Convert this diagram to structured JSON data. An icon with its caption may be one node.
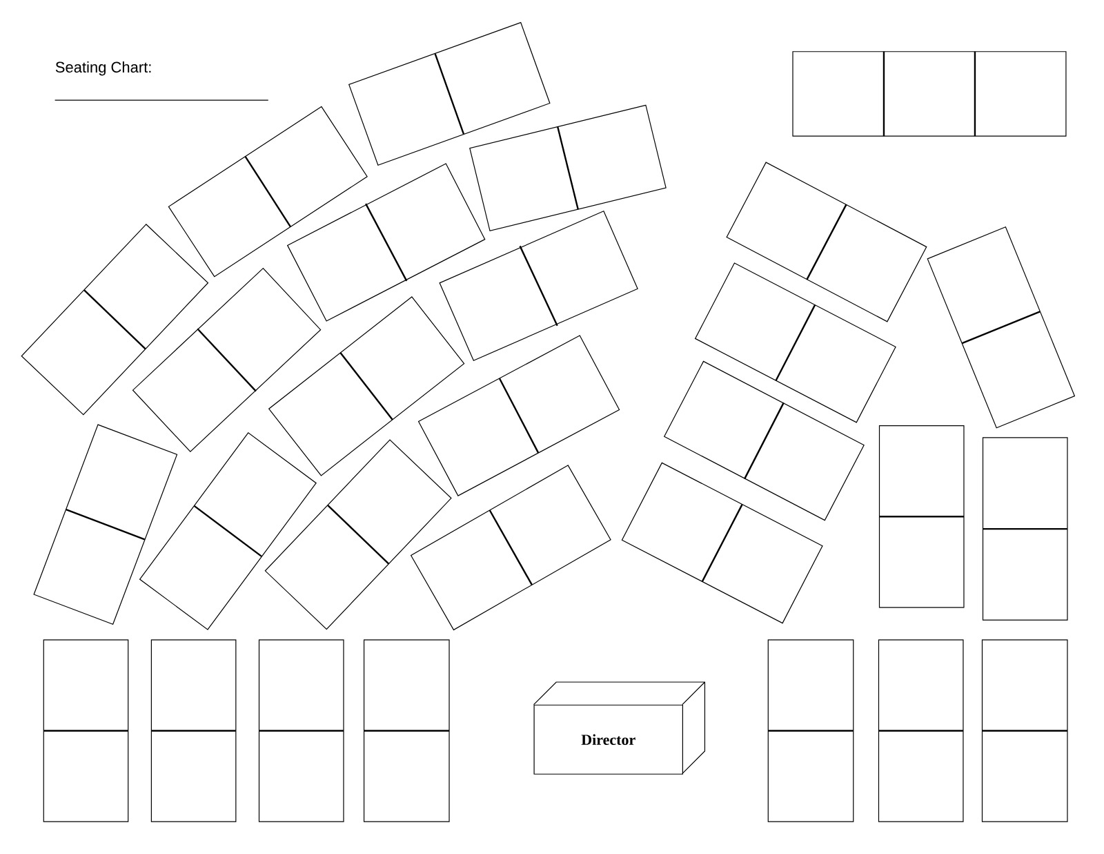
{
  "diagram": {
    "title": "Seating Chart:",
    "nodes": [
      {
        "text": [],
        "shape": "box"
      },
      {
        "text": [],
        "shape": "box"
      },
      {
        "text": [],
        "shape": "box"
      },
      {
        "text": [],
        "shape": "box"
      },
      {
        "text": [],
        "shape": "box"
      },
      {
        "text": [],
        "shape": "box"
      },
      {
        "text": [],
        "shape": "box"
      },
      {
        "text": [],
        "shape": "box"
      },
      {
        "text": [],
        "shape": "box"
      },
      {
        "text": [],
        "shape": "box"
      },
      {
        "text": [],
        "shape": "box"
      },
      {
        "text": [],
        "shape": "box"
      },
      {
        "text": [],
        "shape": "box"
      },
      {
        "text": [],
        "shape": "box"
      },
      {
        "text": [],
        "shape": "box"
      },
      {
        "text": [],
        "shape": "box"
      },
      {
        "text": [],
        "shape": "box"
      },
      {
        "text": [],
        "shape": "box"
      },
      {
        "text": [],
        "shape": "box"
      },
      {
        "text": [],
        "shape": "box"
      },
      {
        "text": [],
        "shape": "box"
      },
      {
        "text": [],
        "shape": "box"
      },
      {
        "text": [],
        "shape": "box"
      },
      {
        "text": [],
        "shape": "box"
      },
      {
        "text": [],
        "shape": "box"
      },
      {
        "text": [],
        "shape": "box"
      },
      {
        "text": [],
        "shape": "box"
      },
      {
        "text": [],
        "shape": "box"
      },
      {
        "text": [
          "Director"
        ]
      }
    ]
  }
}
